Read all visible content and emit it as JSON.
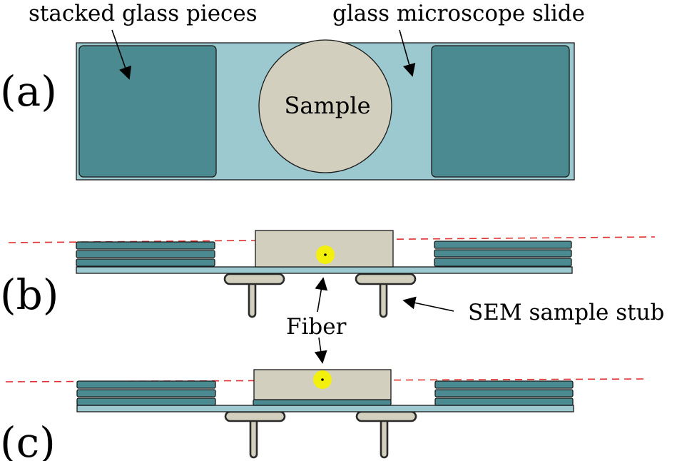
{
  "panel_labels": {
    "a": "(a)",
    "b": "(b)",
    "c": "(c)"
  },
  "annotations": {
    "stacked_glass": "stacked  glass  pieces",
    "slide": "glass  microscope  slide",
    "sample": "Sample",
    "fiber": "Fiber",
    "stub": "SEM  sample  stub"
  },
  "colors": {
    "glass": "#4a8a90",
    "slide": "#9bc9cf",
    "sample": "#d2cfbe",
    "fiber": "#f4f00e",
    "dashed_line": "#e03030"
  }
}
